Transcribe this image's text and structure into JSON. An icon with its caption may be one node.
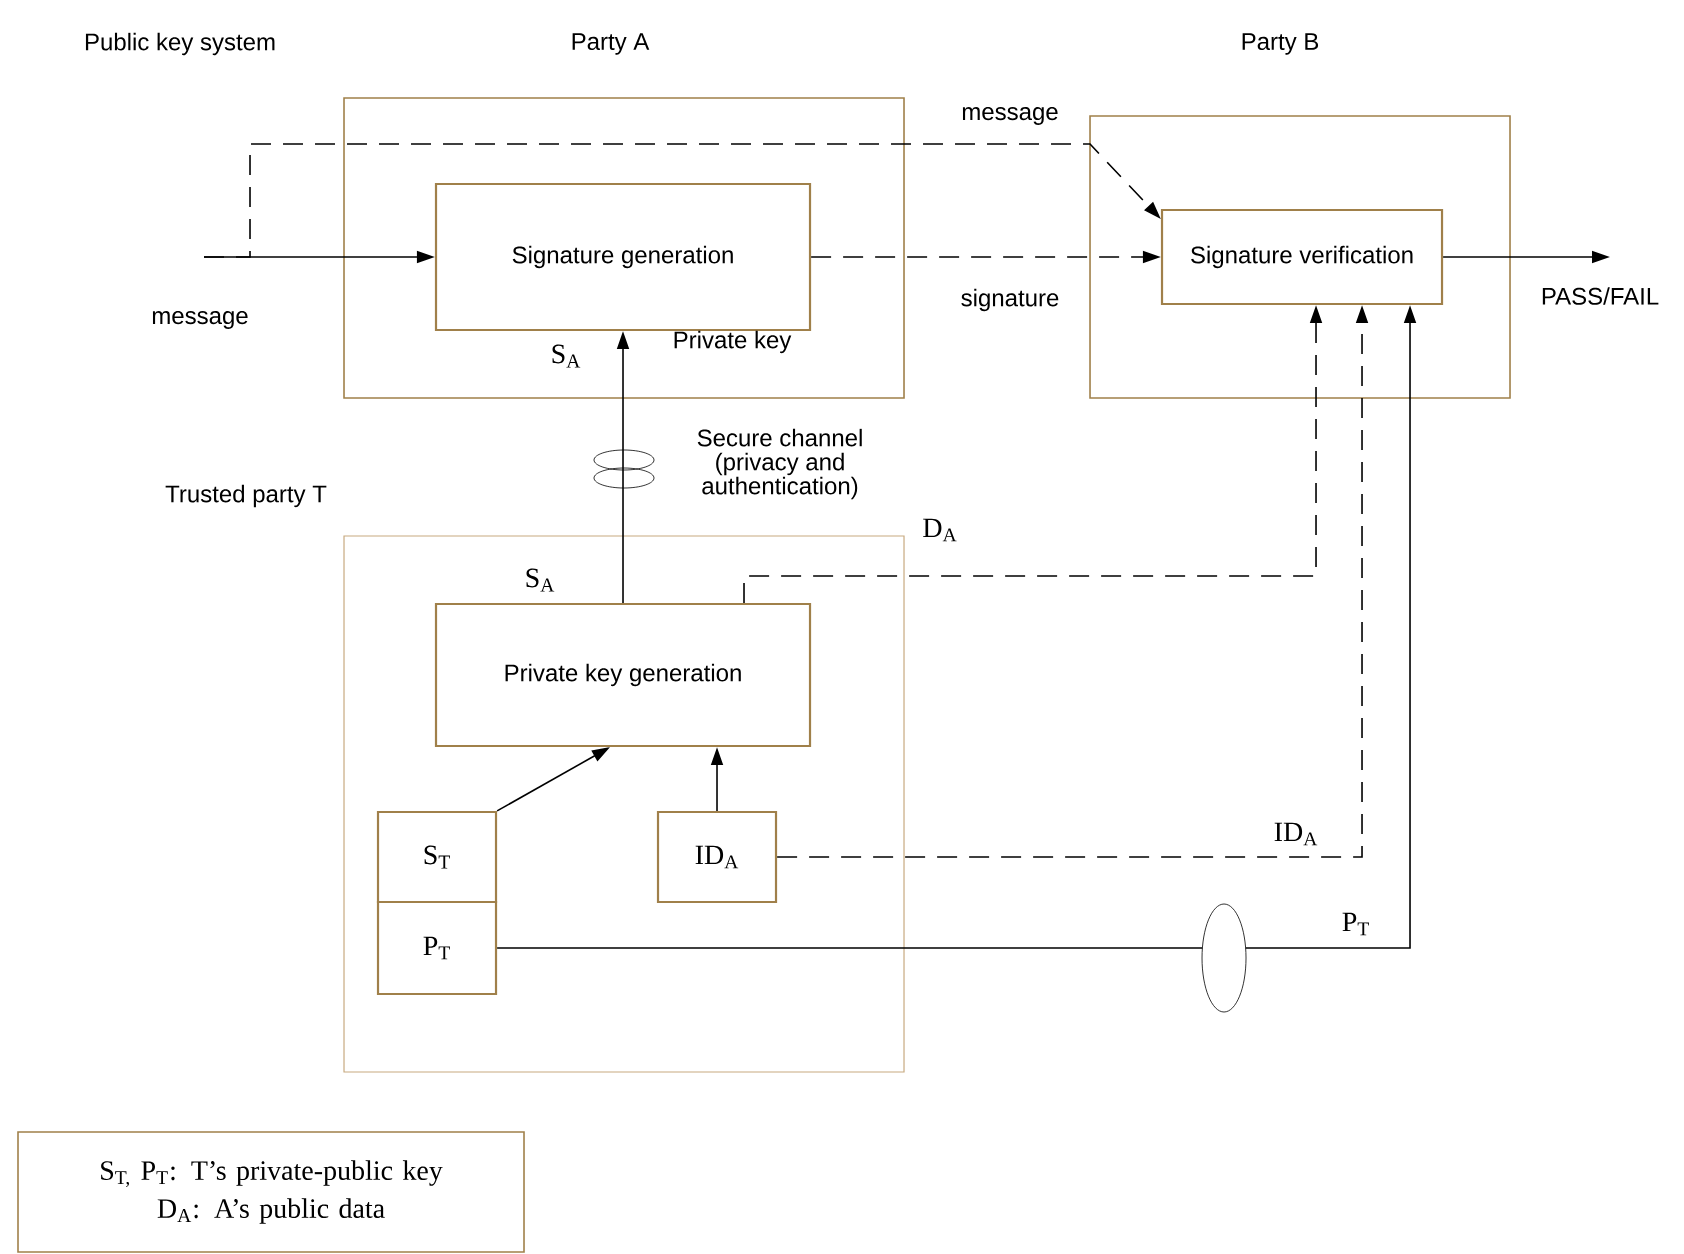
{
  "diagram": {
    "nodes": [
      {
        "text": [
          "Party A"
        ]
      },
      {
        "text": [
          "Signature generation"
        ],
        "in": 0
      },
      {
        "text": [
          "Party B"
        ]
      },
      {
        "text": [
          "Signature verification"
        ],
        "in": 2
      },
      {
        "text": [
          "Trusted party T"
        ]
      },
      {
        "text": [
          "Private key generation"
        ],
        "in": 4
      },
      {
        "text": [
          "S$_{T}$"
        ],
        "in": 4
      },
      {
        "text": [
          "P$_{T}$"
        ],
        "in": 4
      },
      {
        "text": [
          "ID$_{A}$"
        ],
        "in": 4
      },
      {
        "text": [
          "S$_{T,}$ P$_{T}$:  T’s private-public key",
          "D$_{A}$: A’s public data"
        ]
      }
    ],
    "edges": [
      {
        "from": null,
        "to": 1,
        "arrow": "to",
        "label": "message"
      },
      {
        "from": null,
        "to": 3,
        "arrow": "to",
        "label": "message",
        "style": "dashed"
      },
      {
        "from": 1,
        "to": 3,
        "arrow": "to",
        "label": "signature",
        "style": "dashed"
      },
      {
        "from": 3,
        "to": null,
        "arrow": "to",
        "label": "PASS/FAIL"
      },
      {
        "from": 5,
        "to": 1,
        "arrow": "to"
      },
      {
        "from": 5,
        "to": 3,
        "arrow": "to",
        "label": "D$_{A}$",
        "style": "dashed"
      },
      {
        "from": 8,
        "to": 3,
        "arrow": "to",
        "label": "ID$_{A}$",
        "style": "dashed"
      },
      {
        "from": 7,
        "to": 3,
        "arrow": "to",
        "label": "P$_{T}$"
      },
      {
        "from": 6,
        "to": 5,
        "arrow": "to"
      },
      {
        "from": 8,
        "to": 5,
        "arrow": "to"
      }
    ],
    "labels": [
      "Public key system",
      "S$_{A}$",
      "Private key",
      "Secure channel (privacy and authentication)",
      "S$_{A}$"
    ]
  }
}
